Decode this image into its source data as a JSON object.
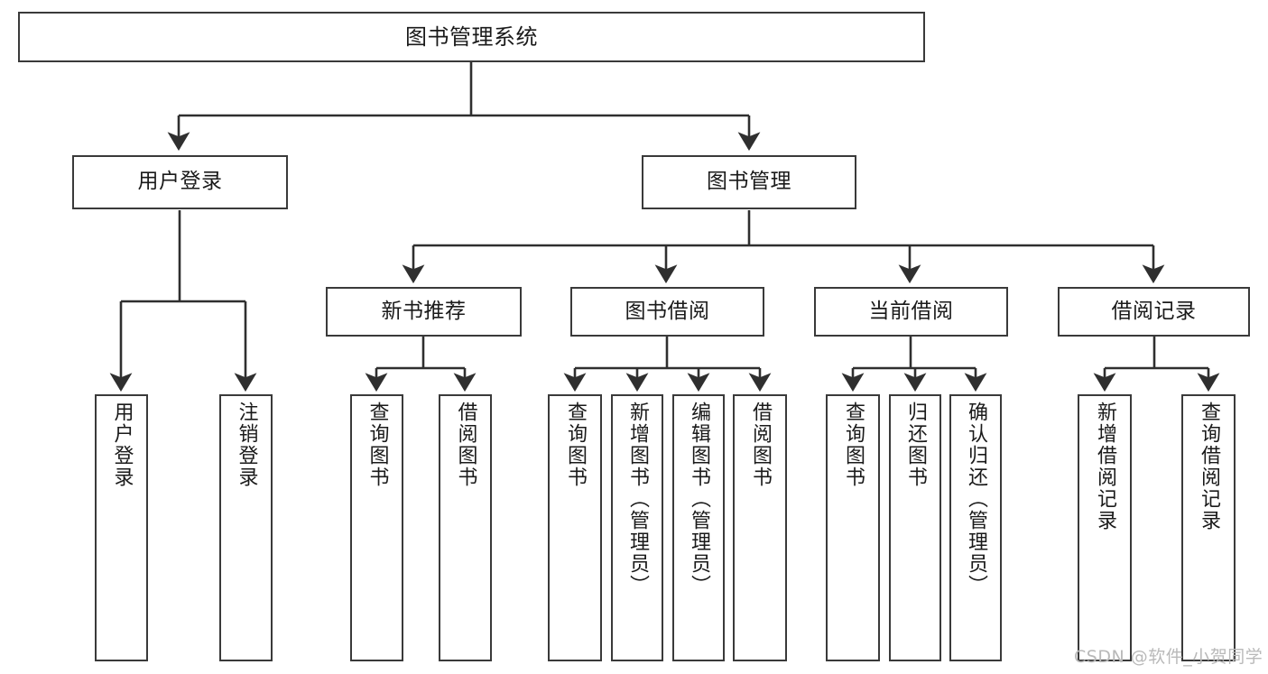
{
  "diagram": {
    "title": "图书管理系统",
    "watermark": "CSDN @软件_小贺同学",
    "colors": {
      "box_border": "#3a3a3a",
      "edge": "#2f2f2f",
      "background": "#ffffff",
      "text": "#1a1a1a",
      "watermark": "#b9b9b9"
    },
    "nodes": {
      "root": {
        "label": "图书管理系统"
      },
      "level2": [
        {
          "id": "user-login",
          "label": "用户登录"
        },
        {
          "id": "book-manage",
          "label": "图书管理"
        }
      ],
      "level3": [
        {
          "id": "new-book-recommend",
          "label": "新书推荐"
        },
        {
          "id": "book-borrow",
          "label": "图书借阅"
        },
        {
          "id": "current-borrow",
          "label": "当前借阅"
        },
        {
          "id": "borrow-record",
          "label": "借阅记录"
        }
      ],
      "leaves": {
        "user_login": [
          {
            "id": "leaf-user-login",
            "label": "用户登录"
          },
          {
            "id": "leaf-logout-login",
            "label": "注销登录"
          }
        ],
        "new_book_recommend": [
          {
            "id": "leaf-query-book-1",
            "label": "查询图书"
          },
          {
            "id": "leaf-borrow-book-1",
            "label": "借阅图书"
          }
        ],
        "book_borrow": [
          {
            "id": "leaf-query-book-2",
            "label": "查询图书"
          },
          {
            "id": "leaf-add-book",
            "label": "新增图书（管理员）"
          },
          {
            "id": "leaf-edit-book",
            "label": "编辑图书（管理员）"
          },
          {
            "id": "leaf-borrow-book-2",
            "label": "借阅图书"
          }
        ],
        "current_borrow": [
          {
            "id": "leaf-query-book-3",
            "label": "查询图书"
          },
          {
            "id": "leaf-return-book",
            "label": "归还图书"
          },
          {
            "id": "leaf-confirm-return",
            "label": "确认归还（管理员）"
          }
        ],
        "borrow_record": [
          {
            "id": "leaf-add-record",
            "label": "新增借阅记录"
          },
          {
            "id": "leaf-query-record",
            "label": "查询借阅记录"
          }
        ]
      }
    }
  }
}
